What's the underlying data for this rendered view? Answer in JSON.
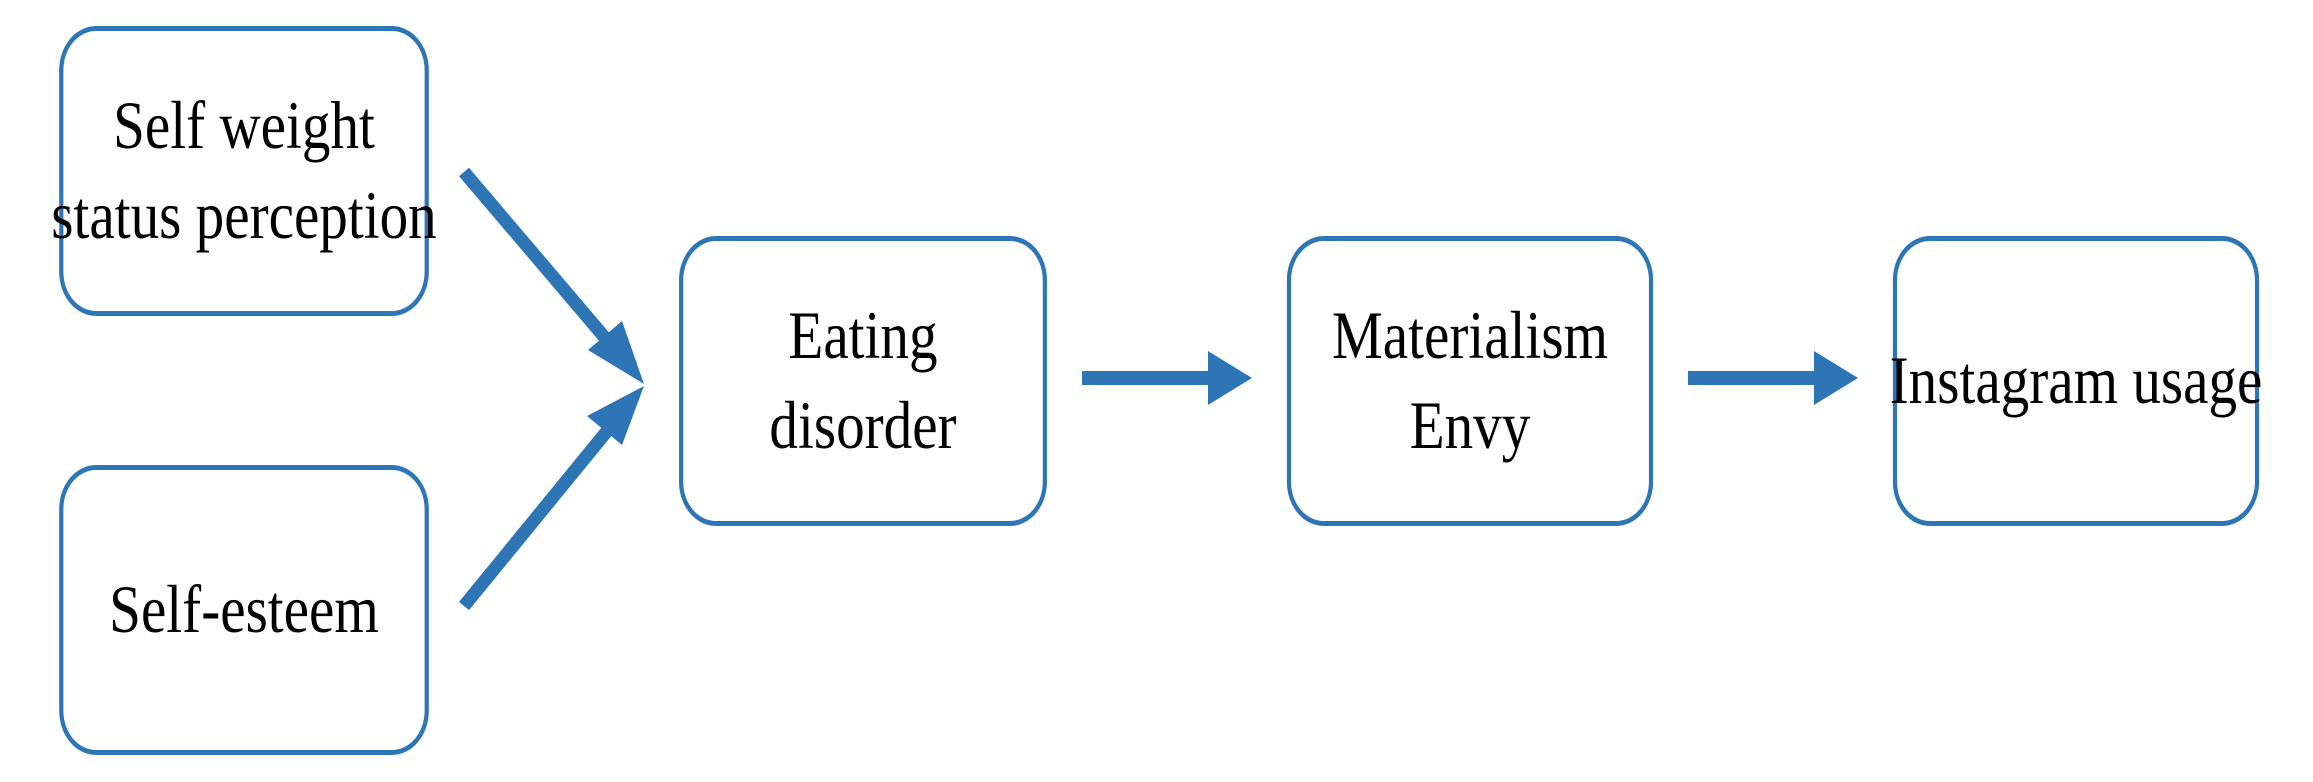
{
  "diagram": {
    "nodes": [
      {
        "id": "swsp",
        "lines": [
          "Self weight",
          "status perception"
        ]
      },
      {
        "id": "se",
        "lines": [
          "Self-esteem"
        ]
      },
      {
        "id": "ed",
        "lines": [
          "Eating",
          "disorder"
        ]
      },
      {
        "id": "me",
        "lines": [
          "Materialism",
          "Envy"
        ]
      },
      {
        "id": "iu",
        "lines": [
          "Instagram usage"
        ]
      }
    ],
    "edges": [
      {
        "from": "swsp",
        "to": "ed"
      },
      {
        "from": "se",
        "to": "ed"
      },
      {
        "from": "ed",
        "to": "me"
      },
      {
        "from": "me",
        "to": "iu"
      }
    ],
    "colors": {
      "border": "#2e75b6",
      "arrow": "#2e75b6",
      "text": "#000000",
      "background": "#ffffff"
    }
  }
}
